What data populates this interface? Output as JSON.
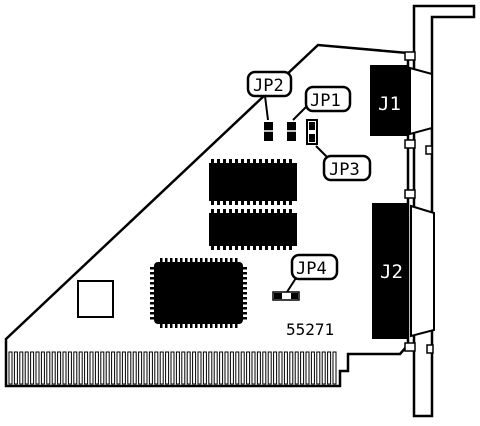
{
  "diagram": {
    "labels": {
      "jp1": "JP1",
      "jp2": "JP2",
      "jp3": "JP3",
      "jp4": "JP4",
      "j1": "J1",
      "j2": "J2",
      "board_number": "55271"
    },
    "colors": {
      "ink": "#000000",
      "paper": "#ffffff"
    }
  }
}
